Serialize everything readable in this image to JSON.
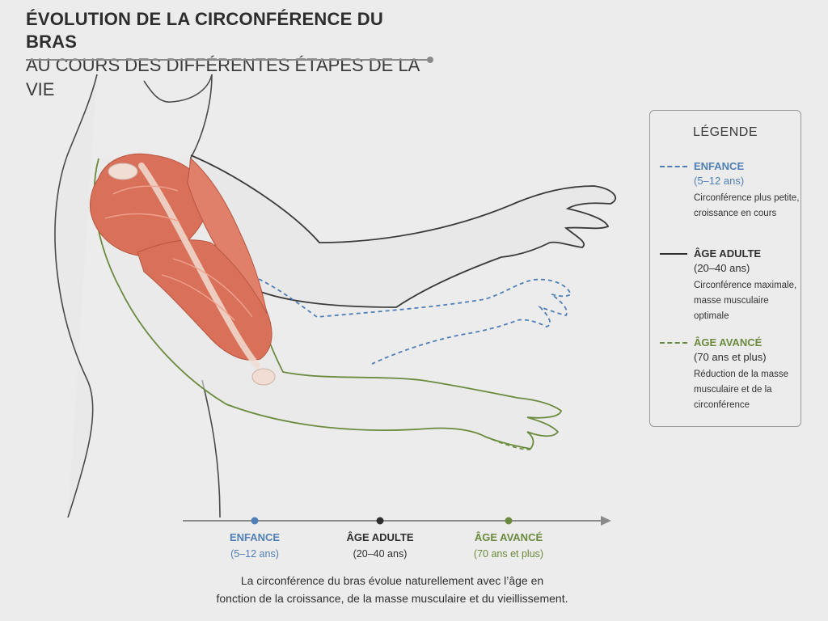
{
  "header": {
    "title": "ÉVOLUTION DE LA CIRCONFÉRENCE DU BRAS",
    "subtitle": "AU COURS DES DIFFÉRENTES ÉTAPES DE LA VIE"
  },
  "legend": {
    "title": "LÉGENDE",
    "items": [
      {
        "name": "ENFANCE",
        "range": "(5–12 ans)",
        "desc1": "Circonférence plus petite,",
        "desc2": "croissance en cours",
        "desc3": "",
        "color": "#4f7fb6",
        "style": "dashed"
      },
      {
        "name": "ÂGE ADULTE",
        "range": "(20–40 ans)",
        "desc1": "Circonférence maximale,",
        "desc2": "masse musculaire optimale",
        "desc3": "",
        "color": "#2f2f2f",
        "style": "solid"
      },
      {
        "name": "ÂGE AVANCÉ",
        "range": "(70 ans et plus)",
        "desc1": "Réduction de la masse",
        "desc2": "musculaire et de la",
        "desc3": "circonférence",
        "color": "#6b8a3e",
        "style": "dashed"
      }
    ]
  },
  "timeline": {
    "stages": [
      {
        "name": "ENFANCE",
        "range": "(5–12 ans)",
        "color": "#4f7fb6"
      },
      {
        "name": "ÂGE ADULTE",
        "range": "(20–40 ans)",
        "color": "#2f2f2f"
      },
      {
        "name": "ÂGE AVANCÉ",
        "range": "(70 ans et plus)",
        "color": "#6b8a3e"
      }
    ]
  },
  "caption": {
    "line1": "La circonférence du bras évolue naturellement avec l’âge en",
    "line2": "fonction de la croissance, de la masse musculaire et du vieillissement."
  },
  "colors": {
    "muscle": "#d9705a",
    "muscle_light": "#eea28e",
    "tendon": "#f1ddd3",
    "outline": "#3a3a3a",
    "child": "#4f7fb6",
    "adult": "#2f2f2f",
    "senior": "#6b8a3e"
  }
}
